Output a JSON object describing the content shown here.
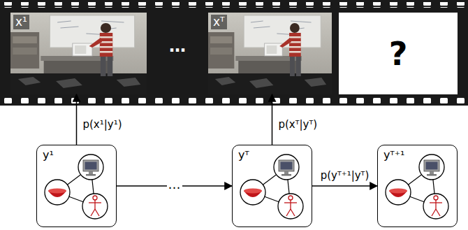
{
  "diagram": {
    "nodes": [
      {
        "text": [
          "x¹"
        ]
      },
      {
        "text": [
          "xᵀ"
        ]
      },
      {
        "text": [
          "?"
        ]
      },
      {
        "text": [
          "y¹"
        ]
      },
      {
        "text": [
          "yᵀ"
        ]
      },
      {
        "text": [
          "yᵀ⁺¹"
        ]
      }
    ],
    "edges": [
      {
        "from": 3,
        "to": 0,
        "arrow": "to",
        "label": "p(x¹|y¹)"
      },
      {
        "from": 4,
        "to": 1,
        "arrow": "to",
        "label": "p(xᵀ|yᵀ)"
      },
      {
        "from": 3,
        "to": 4,
        "arrow": "to",
        "label": "…"
      },
      {
        "from": 4,
        "to": 5,
        "arrow": "to",
        "label": "p(yᵀ⁺¹|yᵀ)"
      }
    ],
    "labels": [
      "…"
    ]
  }
}
